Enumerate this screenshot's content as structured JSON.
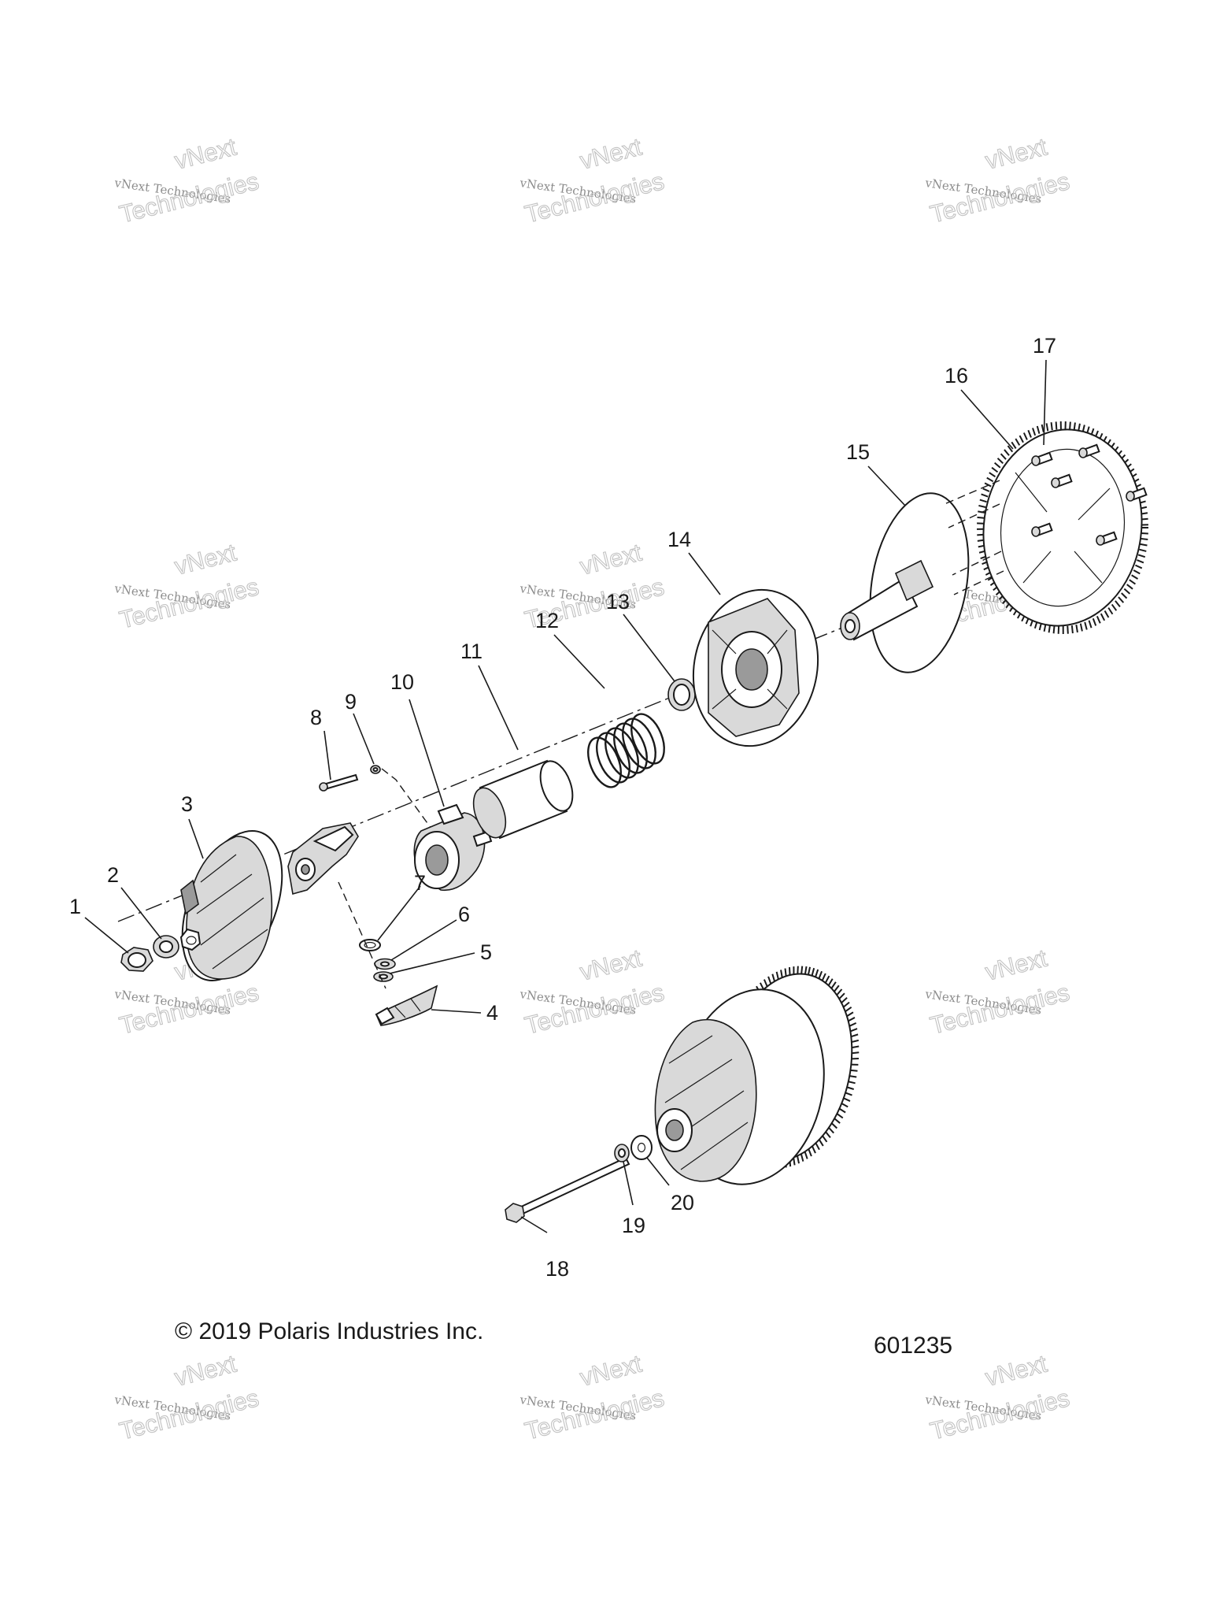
{
  "watermark": {
    "line_small": "vNext Technologies",
    "line_big": "Technologies",
    "line_top": "vNext"
  },
  "callouts": [
    "1",
    "2",
    "3",
    "4",
    "5",
    "6",
    "7",
    "8",
    "9",
    "10",
    "11",
    "12",
    "13",
    "14",
    "15",
    "16",
    "17",
    "18",
    "19",
    "20"
  ],
  "footer": {
    "copyright": "© 2019 Polaris Industries Inc.",
    "diagram_number": "601235"
  }
}
